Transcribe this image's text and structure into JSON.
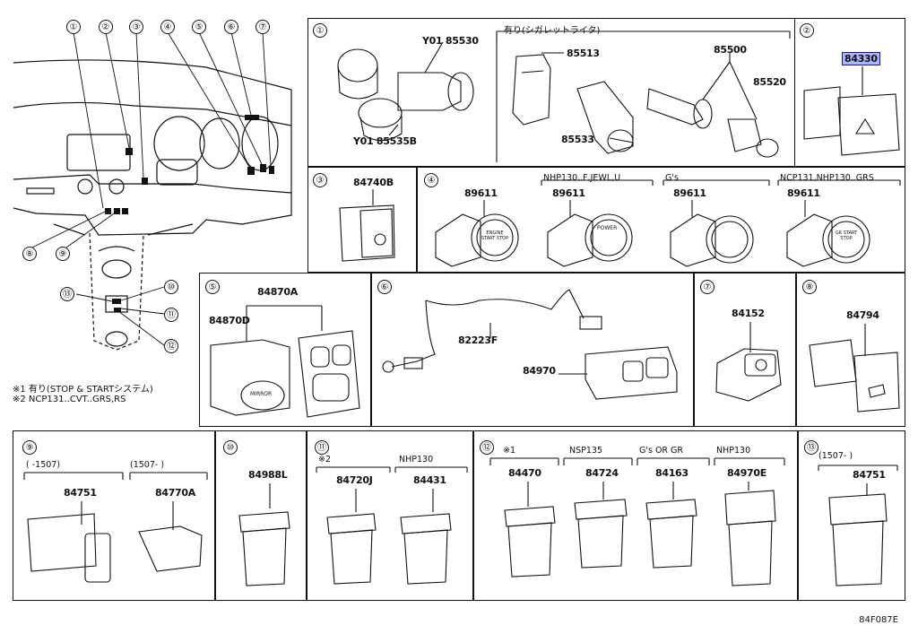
{
  "callouts": [
    "①",
    "②",
    "③",
    "④",
    "⑤",
    "⑥",
    "⑦",
    "⑧",
    "⑨",
    "⑩",
    "⑪",
    "⑫",
    "⑬"
  ],
  "notes": {
    "n1": "※1 有り(STOP & STARTシステム)",
    "n2": "※2 NCP131..CVT..GRS,RS"
  },
  "panels": {
    "p1": {
      "num": "①",
      "header": "有り(シガレットライタ)",
      "parts": [
        "Y01 85530",
        "Y01 85535B",
        "85513",
        "85533",
        "85500",
        "85520"
      ]
    },
    "p2": {
      "num": "②",
      "parts": [
        "84330"
      ]
    },
    "p3": {
      "num": "③",
      "parts": [
        "84740B"
      ]
    },
    "p4": {
      "num": "④",
      "variants": [
        "NHP130..F,JEWL,U",
        "G's",
        "NCP131,NHP130..GRS"
      ],
      "parts": [
        "89611",
        "89611",
        "89611",
        "89611"
      ],
      "buttons": [
        "ENGINE START STOP",
        "POWER",
        "",
        "GR START STOP"
      ]
    },
    "p5": {
      "num": "⑤",
      "parts": [
        "84870A",
        "84870D"
      ],
      "button": "MIRROR"
    },
    "p6": {
      "num": "⑥",
      "parts": [
        "82223F",
        "84970"
      ]
    },
    "p7": {
      "num": "⑦",
      "parts": [
        "84152"
      ]
    },
    "p8": {
      "num": "⑧",
      "parts": [
        "84794"
      ]
    },
    "p9": {
      "num": "⑨",
      "ranges": [
        "(    -1507)",
        "(1507-     )"
      ],
      "parts": [
        "84751",
        "84770A"
      ]
    },
    "p10": {
      "num": "⑩",
      "parts": [
        "84988L"
      ]
    },
    "p11": {
      "num": "⑪",
      "variants": [
        "※2",
        "NHP130"
      ],
      "parts": [
        "84720J",
        "84431"
      ]
    },
    "p12": {
      "num": "⑫",
      "variants": [
        "※1",
        "NSP135",
        "G's OR GR",
        "NHP130"
      ],
      "parts": [
        "84470",
        "84724",
        "84163",
        "84970E"
      ]
    },
    "p13": {
      "num": "⑬",
      "ranges": [
        "(1507-      )"
      ],
      "parts": [
        "84751"
      ]
    }
  },
  "diagram_code": "84F087E",
  "colors": {
    "highlight": "#aab4ff",
    "line": "#111111"
  }
}
